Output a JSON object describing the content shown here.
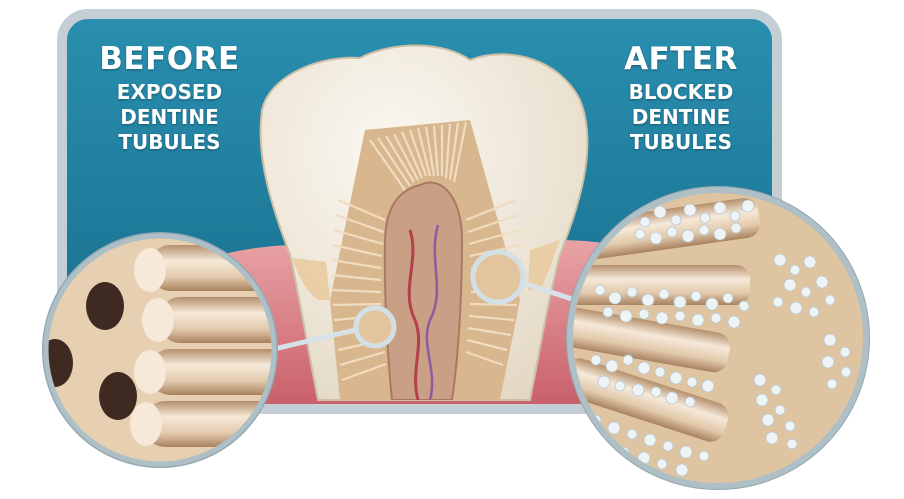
{
  "before": {
    "heading": "BEFORE",
    "lines": [
      "EXPOSED",
      "DENTINE",
      "TUBULES"
    ]
  },
  "after": {
    "heading": "AFTER",
    "lines": [
      "BLOCKED",
      "DENTINE",
      "TUBULES"
    ]
  },
  "colors": {
    "panel": "#1d7d9c",
    "panel_border": "#b9c8cf",
    "gum": "#d7787f",
    "enamel": "#f3ece0",
    "dentine": "#d9b78e",
    "tubule": "#e9d2b3",
    "occlusion_particles": "#eef3f6"
  }
}
